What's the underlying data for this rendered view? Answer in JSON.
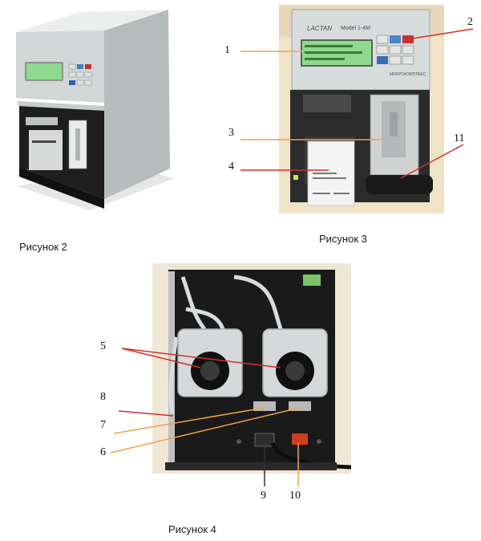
{
  "figures": [
    {
      "id": "fig2",
      "caption": "Рисунок 2"
    },
    {
      "id": "fig3",
      "caption": "Рисунок 3"
    },
    {
      "id": "fig4",
      "caption": "Рисунок 4"
    }
  ],
  "device_front": {
    "brand": "LACTAN",
    "model": "Model 1-4M",
    "maker": "МИКРОКОМПЛЕКС"
  },
  "callouts_fig3": [
    "1",
    "2",
    "3",
    "4",
    "11"
  ],
  "callouts_fig4": [
    "5",
    "6",
    "7",
    "8",
    "9",
    "10"
  ],
  "colors": {
    "housing": "#d9dcdc",
    "housing_shadow": "#9ea3a3",
    "lcd": "#8fd98f",
    "base": "#2b2b2b",
    "leader_orange": "#f0a24a",
    "leader_red": "#d0312d"
  }
}
